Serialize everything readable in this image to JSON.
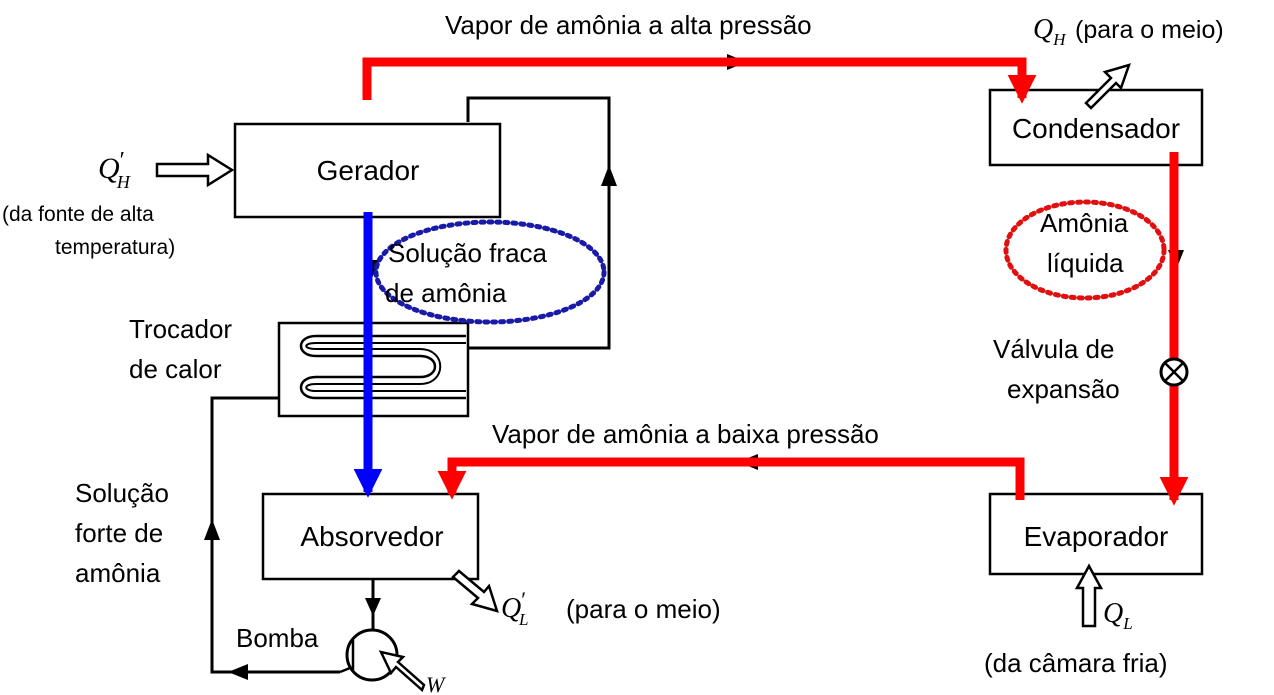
{
  "labels": {
    "high_pressure_vapor": "Vapor de amônia a alta pressão",
    "low_pressure_vapor": "Vapor de amônia a baixa pressão",
    "weak_solution_line1": "Solução fraca",
    "weak_solution_line2": "de amônia",
    "liquid_ammonia_line1": "Amônia",
    "liquid_ammonia_line2": "líquida",
    "strong_solution_line1": "Solução",
    "strong_solution_line2": "forte de",
    "strong_solution_line3": "amônia",
    "exchanger_line1": "Trocador",
    "exchanger_line2": "de calor",
    "valve_line1": "Válvula de",
    "valve_line2": "expansão",
    "pump": "Bomba"
  },
  "components": {
    "generator": "Gerador",
    "condenser": "Condensador",
    "absorber": "Absorvedor",
    "evaporator": "Evaporador"
  },
  "heat": {
    "qh_prime_symbol": "Q",
    "qh_prime_sub": "H",
    "qh_prime_mark": "′",
    "qh_prime_source_line1": "(da fonte de alta",
    "qh_prime_source_line2": "temperatura)",
    "qh_symbol": "Q",
    "qh_sub": "H",
    "qh_dest": "(para o meio)",
    "ql_prime_symbol": "Q",
    "ql_prime_sub": "L",
    "ql_prime_mark": "′",
    "ql_prime_dest": "(para o meio)",
    "ql_symbol": "Q",
    "ql_sub": "L",
    "ql_source": "(da câmara fria)",
    "work_symbol": "W"
  },
  "colors": {
    "high_pressure_line": "#ff0000",
    "low_pressure_line": "#ff0000",
    "weak_solution_line": "#0000ff",
    "weak_solution_highlight": "#1a1aa8",
    "liquid_ammonia_highlight": "#e01010",
    "piping": "#000000"
  }
}
